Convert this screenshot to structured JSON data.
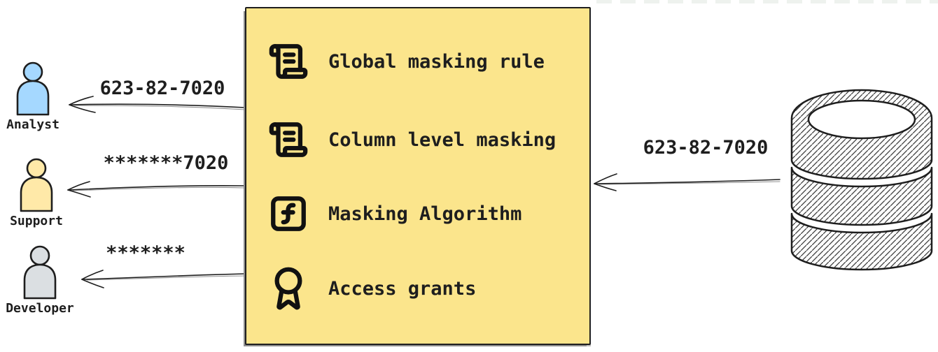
{
  "actors": [
    {
      "name": "Analyst",
      "color": "#a5d8ff",
      "arrow_label": "623-82-7020"
    },
    {
      "name": "Support",
      "color": "#ffe9a8",
      "arrow_label": "*******7020"
    },
    {
      "name": "Developer",
      "color": "#dbdfe2",
      "arrow_label": "*******"
    }
  ],
  "masking_box": {
    "background": "#fbe58c",
    "border_color": "#1e1e1e",
    "items": [
      {
        "icon": "scroll-text-icon",
        "label": "Global masking rule"
      },
      {
        "icon": "scroll-text-icon",
        "label": "Column level masking"
      },
      {
        "icon": "function-square-icon",
        "label": "Masking Algorithm"
      },
      {
        "icon": "award-icon",
        "label": "Access grants"
      }
    ]
  },
  "database": {
    "icon": "database-icon",
    "arrow_label": "623-82-7020"
  }
}
